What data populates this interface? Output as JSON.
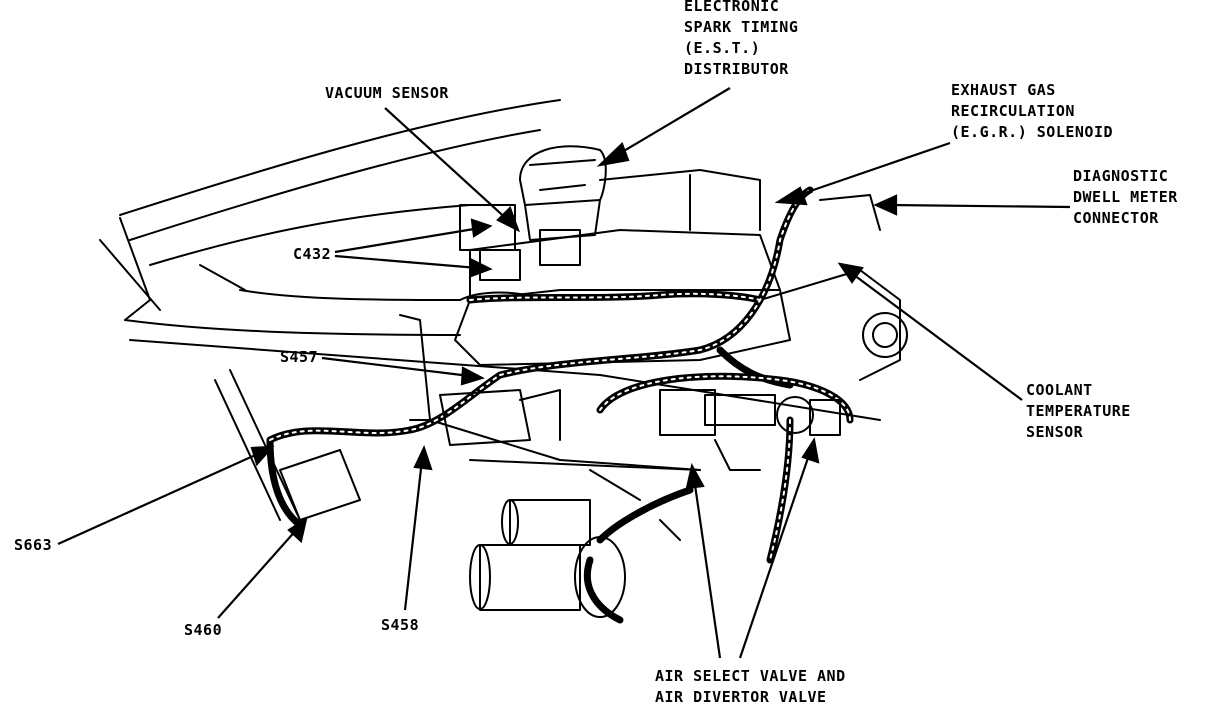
{
  "colors": {
    "ink": "#000000",
    "paper": "#ffffff"
  },
  "labels": {
    "est_distributor": [
      "ELECTRONIC",
      "SPARK TIMING",
      "(E.S.T.)",
      "DISTRIBUTOR"
    ],
    "vacuum_sensor": [
      "VACUUM SENSOR"
    ],
    "egr_solenoid": [
      "EXHAUST GAS",
      "RECIRCULATION",
      "(E.G.R.) SOLENOID"
    ],
    "dwell_connector": [
      "DIAGNOSTIC",
      "DWELL METER",
      "CONNECTOR"
    ],
    "c432": [
      "C432"
    ],
    "s457": [
      "S457"
    ],
    "coolant_sensor": [
      "COOLANT",
      "TEMPERATURE",
      "SENSOR"
    ],
    "s663": [
      "S663"
    ],
    "s460": [
      "S460"
    ],
    "s458": [
      "S458"
    ],
    "air_valves": [
      "AIR SELECT VALVE AND",
      "AIR DIVERTOR VALVE"
    ]
  }
}
